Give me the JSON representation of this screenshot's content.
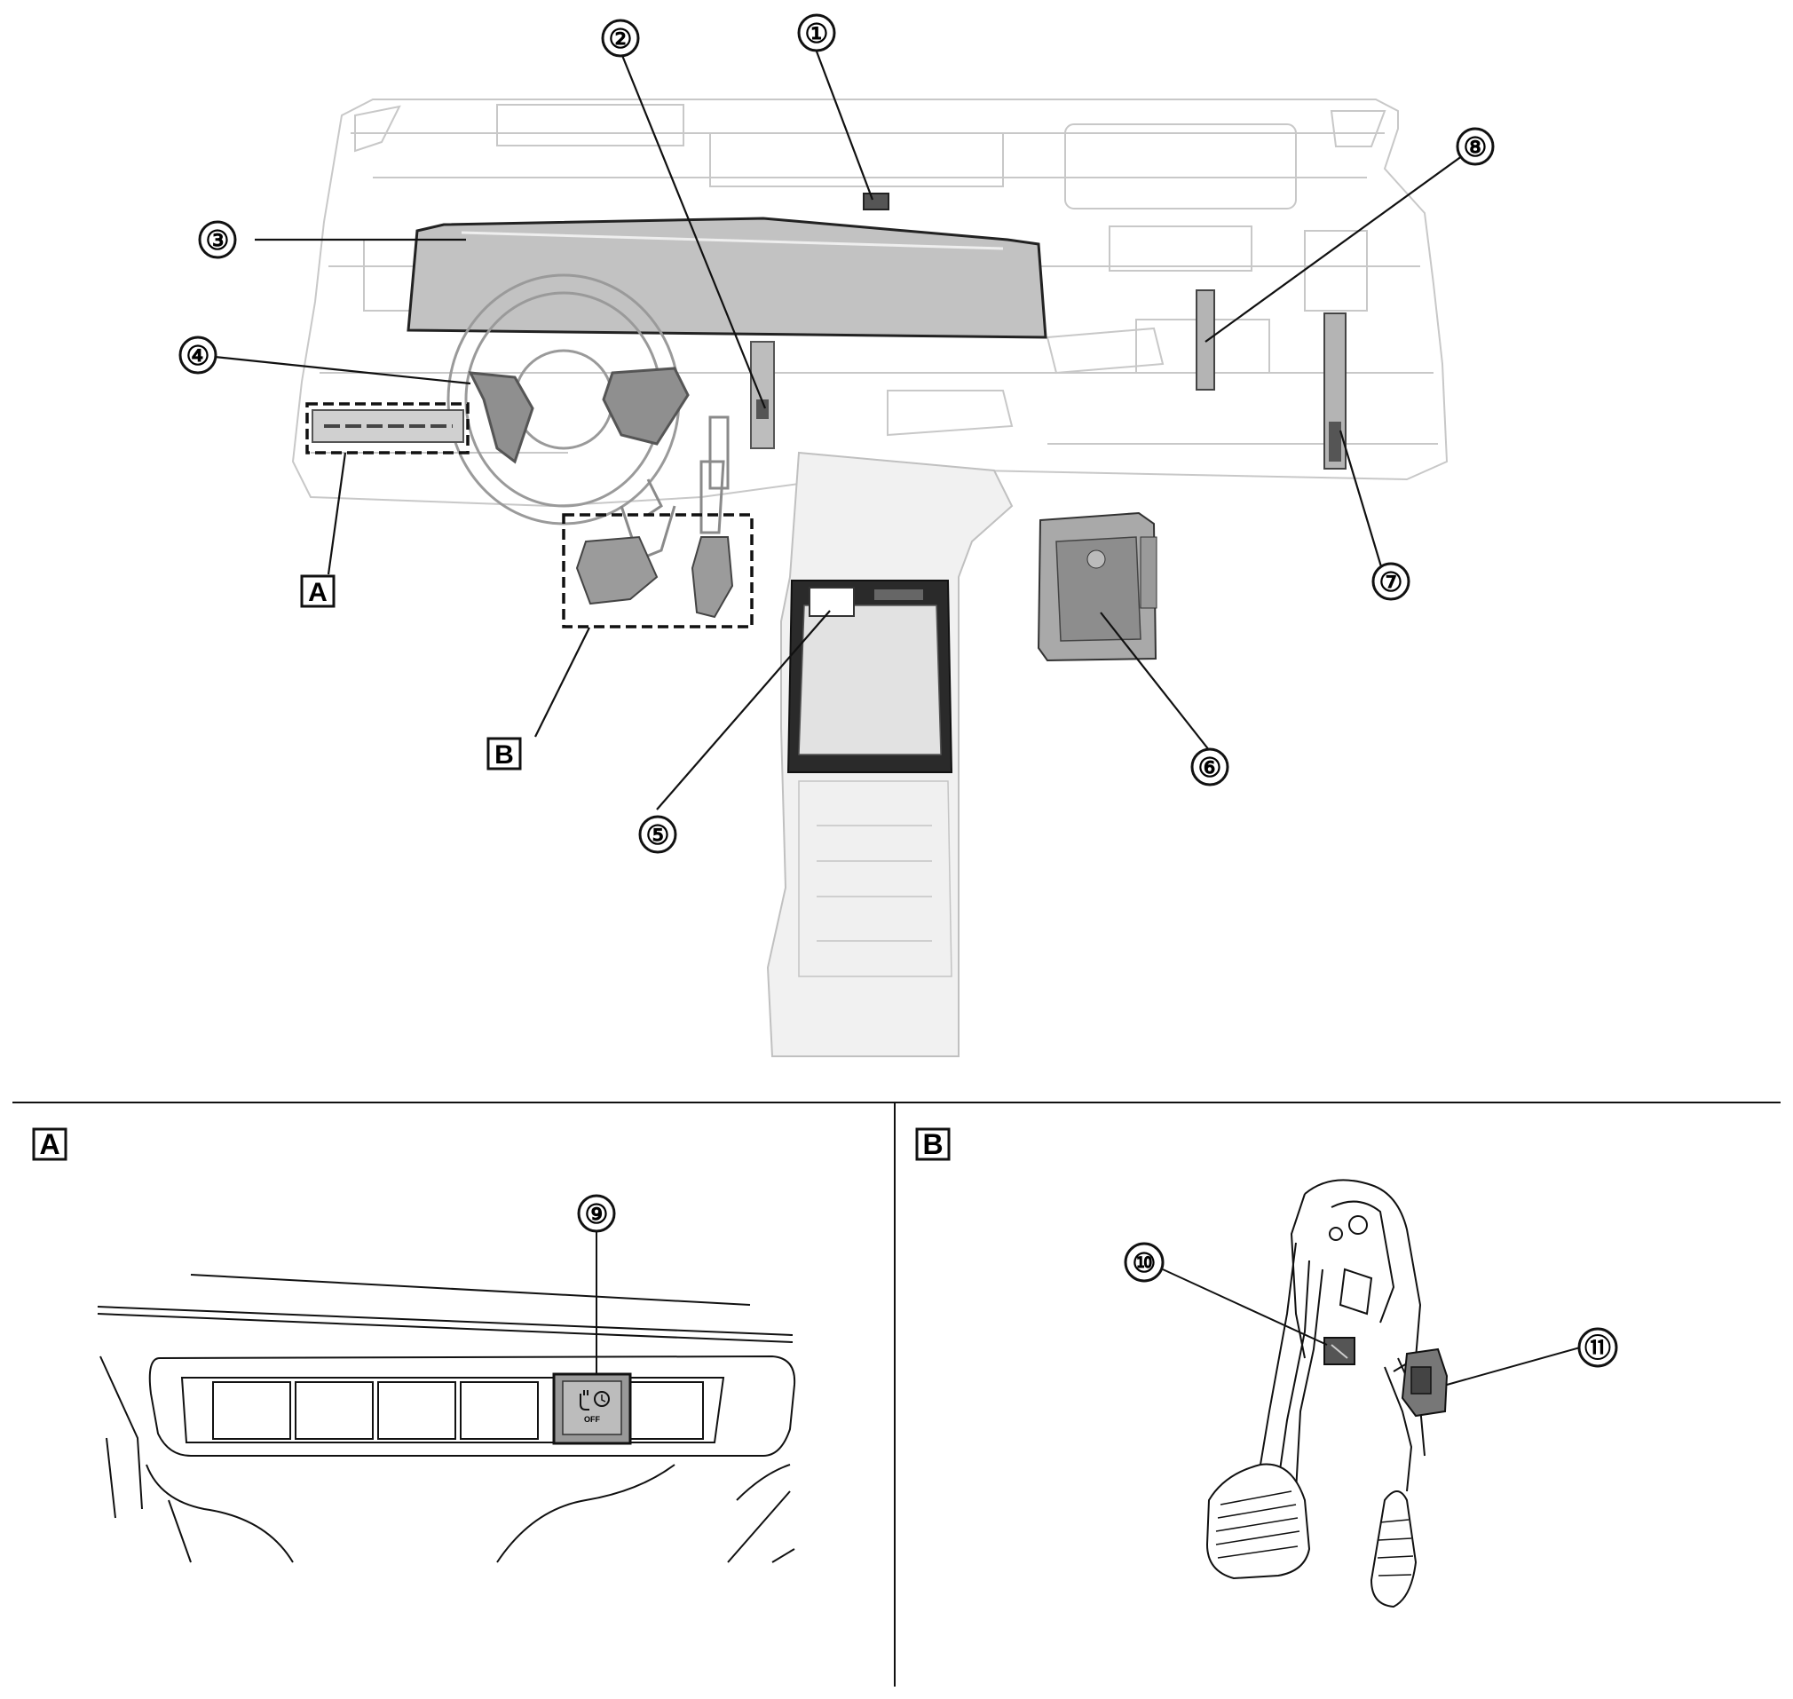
{
  "callouts": {
    "c1": "①",
    "c2": "②",
    "c3": "③",
    "c4": "④",
    "c5": "⑤",
    "c6": "⑥",
    "c7": "⑦",
    "c8": "⑧",
    "c9": "⑨",
    "c10": "⑩",
    "c11": "⑪"
  },
  "box_labels": {
    "a": "A",
    "b": "B"
  },
  "panels": {
    "a": {
      "label": "A",
      "switch_text": "OFF"
    },
    "b": {
      "label": "B"
    }
  },
  "colors": {
    "line": "#111111",
    "ghost": "#bdbdbd",
    "part_dark": "#555555"
  }
}
